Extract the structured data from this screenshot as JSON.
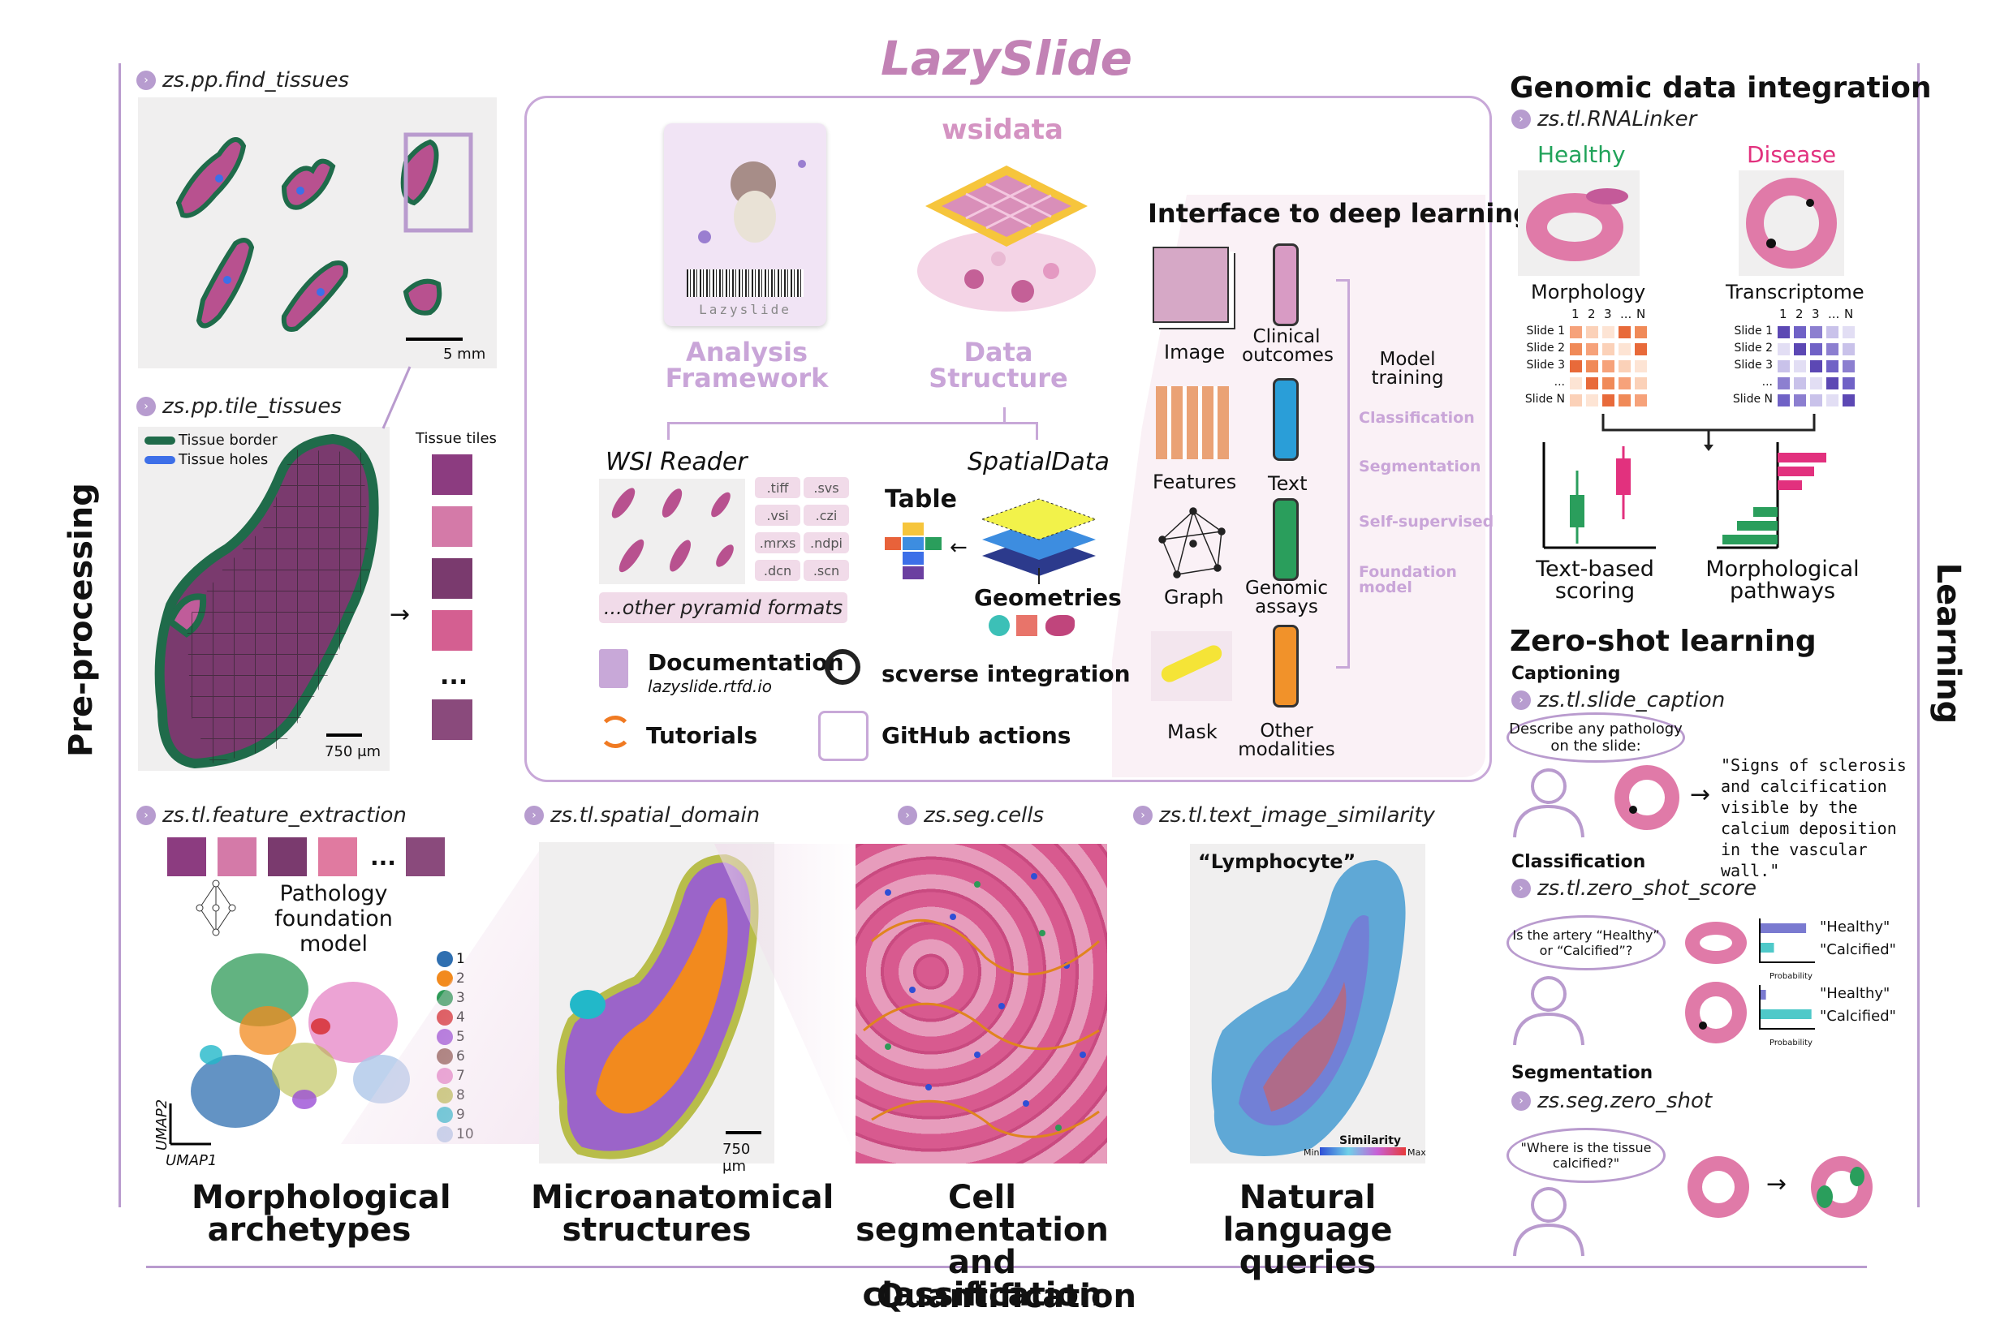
{
  "title": "LazySlide",
  "axes": {
    "left": "Pre-processing",
    "right": "Learning",
    "bottom": "Quantification"
  },
  "preprocessing": {
    "find_tissues": "zs.pp.find_tissues",
    "scale_bar_1": "5 mm",
    "tile_tissues": "zs.pp.tile_tissues",
    "legend_border": "Tissue border",
    "legend_holes": "Tissue holes",
    "tiles_label": "Tissue tiles",
    "scale_bar_2": "750 μm",
    "ellipsis": "..."
  },
  "center": {
    "analysis_framework": "Analysis Framework",
    "data_structure": "Data Structure",
    "wsidata": "wsidata",
    "barcode_text": "Lazyslide",
    "wsi_reader": "WSI Reader",
    "formats": [
      ".tiff",
      ".svs",
      ".vsi",
      ".czi",
      ".mrxs",
      ".ndpi",
      ".dcn",
      ".scn"
    ],
    "other_formats": "...other pyramid formats",
    "spatialdata": "SpatialData",
    "table": "Table",
    "geometries": "Geometries",
    "documentation": "Documentation",
    "doc_url": "lazyslide.rtfd.io",
    "scverse": "scverse integration",
    "tutorials": "Tutorials",
    "github": "GitHub actions"
  },
  "deep_learning": {
    "title": "Interface to deep learning",
    "left_items": [
      "Image",
      "Features",
      "Graph",
      "Mask"
    ],
    "right_items": [
      "Clinical outcomes",
      "Text",
      "Genomic assays",
      "Other modalities"
    ],
    "model_training": "Model training",
    "tasks": [
      "Classification",
      "Segmentation",
      "Self-supervised",
      "Foundation model"
    ],
    "bar_colors": [
      "#d89bc4",
      "#2a9ed8",
      "#2a9e5c",
      "#f1922a"
    ]
  },
  "quantification": {
    "feature_extraction": "zs.tl.feature_extraction",
    "foundation_model": "Pathology foundation model",
    "umap_x": "UMAP1",
    "umap_y": "UMAP2",
    "clusters": [
      "1",
      "2",
      "3",
      "4",
      "5",
      "6",
      "7",
      "8",
      "9",
      "10"
    ],
    "cluster_colors": [
      "#2f6fb0",
      "#f28a1e",
      "#2e9a57",
      "#d62728",
      "#9b4fd6",
      "#8c564b",
      "#e584c6",
      "#b8bd4a",
      "#22b8c9",
      "#aec7e8"
    ],
    "spatial_domain": "zs.tl.spatial_domain",
    "scale_bar_3": "750 μm",
    "seg_cells": "zs.seg.cells",
    "text_image_similarity": "zs.tl.text_image_similarity",
    "lymphocyte": "“Lymphocyte”",
    "similarity": "Similarity",
    "min": "Min",
    "max": "Max",
    "titles": [
      "Morphological archetypes",
      "Microanatomical structures",
      "Cell segmentation and classification",
      "Natural language queries"
    ]
  },
  "genomic": {
    "title": "Genomic data integration",
    "code": "zs.tl.RNALinker",
    "healthy": "Healthy",
    "disease": "Disease",
    "morphology": "Morphology",
    "transcriptome": "Transcriptome",
    "cols": [
      "1",
      "2",
      "3",
      "...",
      "N"
    ],
    "rows": [
      "Slide 1",
      "Slide 2",
      "Slide 3",
      "...",
      "Slide N"
    ],
    "text_scoring": "Text-based scoring",
    "morph_pathways": "Morphological pathways"
  },
  "zeroshot": {
    "title": "Zero-shot learning",
    "captioning": "Captioning",
    "caption_code": "zs.tl.slide_caption",
    "caption_prompt": "Describe any pathology on the slide:",
    "caption_output": "\"Signs of sclerosis and calcification visible by the calcium deposition in the vascular wall.\"",
    "classification": "Classification",
    "class_code": "zs.tl.zero_shot_score",
    "class_prompt": "Is the artery “Healthy” or “Calcified”?",
    "healthy_q": "\"Healthy\"",
    "calcified_q": "\"Calcified\"",
    "probability": "Probability",
    "bars_top": [
      0.85,
      0.25
    ],
    "bars_bottom": [
      0.1,
      0.95
    ],
    "segmentation": "Segmentation",
    "seg_code": "zs.seg.zero_shot",
    "seg_prompt": "\"Where is the tissue calcified?\""
  }
}
